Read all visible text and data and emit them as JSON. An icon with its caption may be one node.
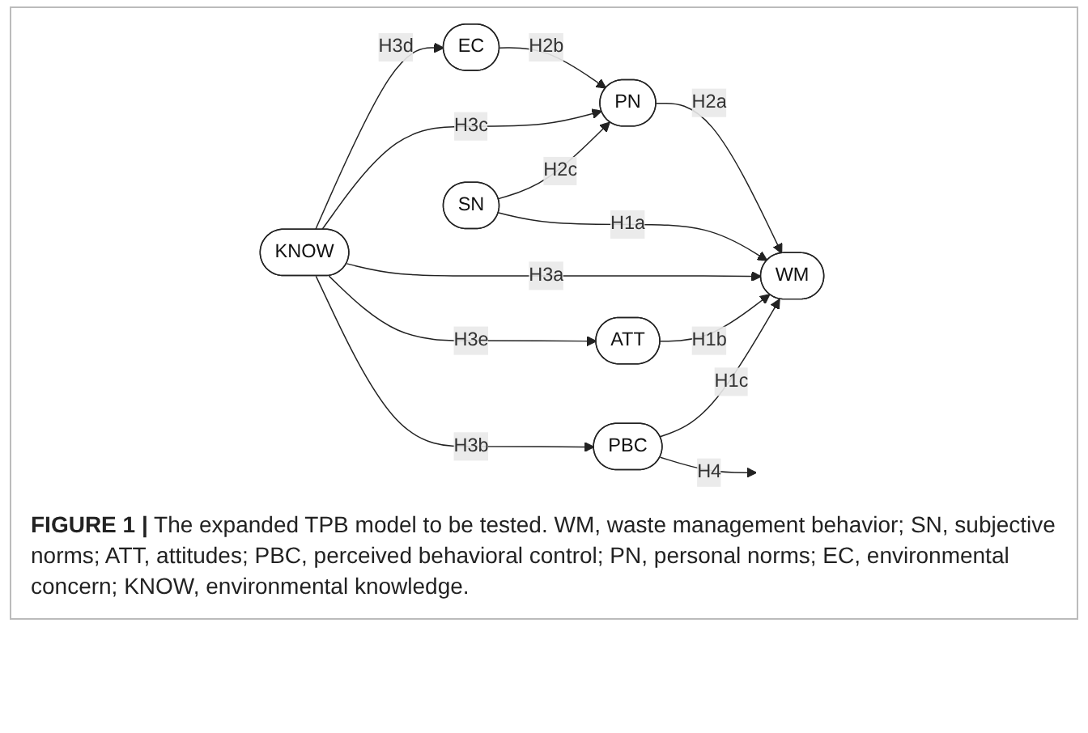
{
  "diagram": {
    "caption": "**FIGURE 1 |** The expanded TPB model to be tested. WM, waste management behavior; SN, subjective norms; ATT, attitudes; PBC, perceived behavioral control; PN, personal norms; EC, environmental concern; KNOW, environmental knowledge.",
    "nodes": [
      {
        "text": [
          "EC"
        ]
      },
      {
        "text": [
          "PN"
        ]
      },
      {
        "text": [
          "SN"
        ]
      },
      {
        "text": [
          "KNOW"
        ]
      },
      {
        "text": [
          "ATT"
        ]
      },
      {
        "text": [
          "PBC"
        ]
      },
      {
        "text": [
          "WM"
        ]
      }
    ],
    "edges": [
      {
        "from": 0,
        "to": 1,
        "arrow": "to",
        "label": "H2b"
      },
      {
        "from": 3,
        "to": 0,
        "arrow": "to",
        "label": "H3d"
      },
      {
        "from": 3,
        "to": 1,
        "arrow": "to",
        "label": "H3c"
      },
      {
        "from": 2,
        "to": 1,
        "arrow": "to",
        "label": "H2c"
      },
      {
        "from": 1,
        "to": 6,
        "arrow": "to",
        "label": "H2a"
      },
      {
        "from": 2,
        "to": 6,
        "arrow": "to",
        "label": "H1a"
      },
      {
        "from": 3,
        "to": 6,
        "arrow": "to",
        "label": "H3a"
      },
      {
        "from": 3,
        "to": 4,
        "arrow": "to",
        "label": "H3e"
      },
      {
        "from": 4,
        "to": 6,
        "arrow": "to",
        "label": "H1b"
      },
      {
        "from": 3,
        "to": 5,
        "arrow": "to",
        "label": "H3b"
      },
      {
        "from": 5,
        "to": 6,
        "arrow": "to",
        "label": "H1c"
      },
      {
        "from": 5,
        "to": null,
        "arrow": "to",
        "label": "H4"
      }
    ]
  }
}
